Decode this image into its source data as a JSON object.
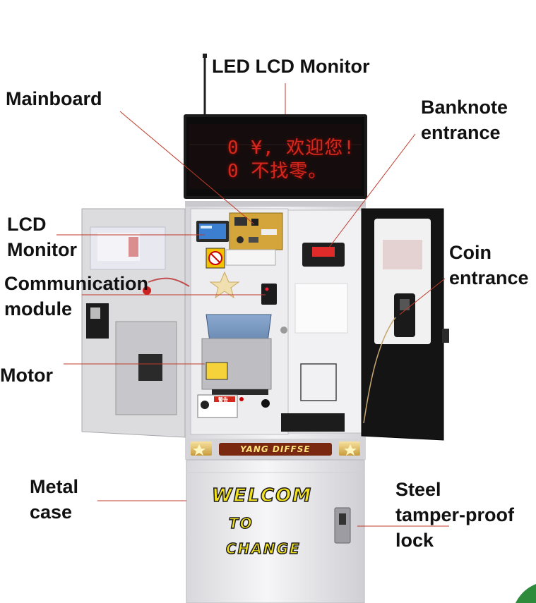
{
  "callouts": {
    "led_monitor": "LED LCD Monitor",
    "mainboard": "Mainboard",
    "banknote_entrance": "Banknote\nentrance",
    "lcd_monitor": "LCD\nMonitor",
    "coin_entrance": "Coin\nentrance",
    "communication_module": "Communication\nmodule",
    "motor": "Motor",
    "metal_case": "Metal\ncase",
    "steel_lock": "Steel\ntamper-proof\nlock"
  },
  "machine": {
    "marquee_line1": "0 ¥, 欢迎您!",
    "marquee_line2": "0 不找零。",
    "brand_strip": "YANG DIFFSE",
    "panel_line1": "WELCOM",
    "panel_line2": "TO",
    "panel_line3": "CHANGE",
    "warning_label": "警告"
  },
  "colors": {
    "cabinet": "#e9e9ec",
    "marquee_bg": "#0c0c0c",
    "led_red": "#d42a1e",
    "door_dark": "#151515",
    "welcome_yellow": "#f4e21a",
    "hopper_blue": "#6e8fb8"
  }
}
